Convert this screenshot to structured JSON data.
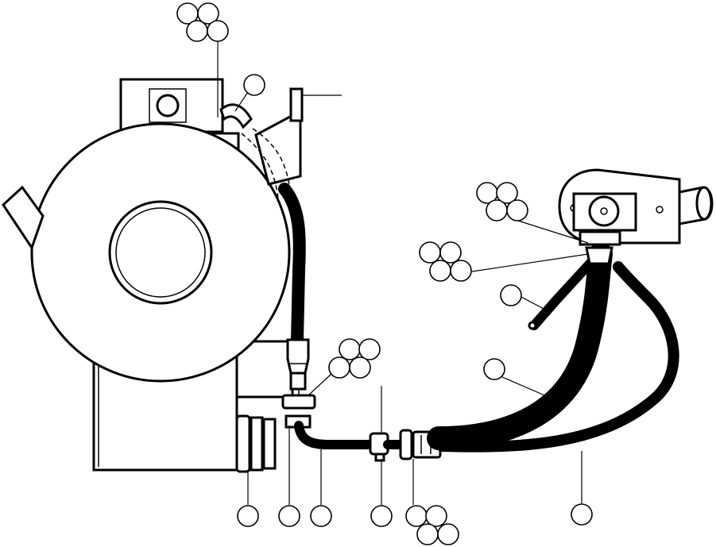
{
  "diagram": {
    "callout_groups": [
      {
        "id": "top-cluster",
        "count": 4
      },
      {
        "id": "elbow-callout",
        "count": 1
      },
      {
        "id": "pump-upper-cluster",
        "count": 4
      },
      {
        "id": "pump-lower-cluster",
        "count": 4
      },
      {
        "id": "small-hose-callout",
        "count": 1
      },
      {
        "id": "fitting-cluster",
        "count": 4
      },
      {
        "id": "large-hose-callout",
        "count": 1
      },
      {
        "id": "bottom-clamp-callout",
        "count": 1
      },
      {
        "id": "bottom-fitting-callout",
        "count": 1
      },
      {
        "id": "bottom-tube-callout",
        "count": 1
      },
      {
        "id": "bottom-tee-callout",
        "count": 1
      },
      {
        "id": "bottom-coupling-cluster",
        "count": 4
      },
      {
        "id": "bottom-return-hose-callout",
        "count": 1
      }
    ]
  }
}
